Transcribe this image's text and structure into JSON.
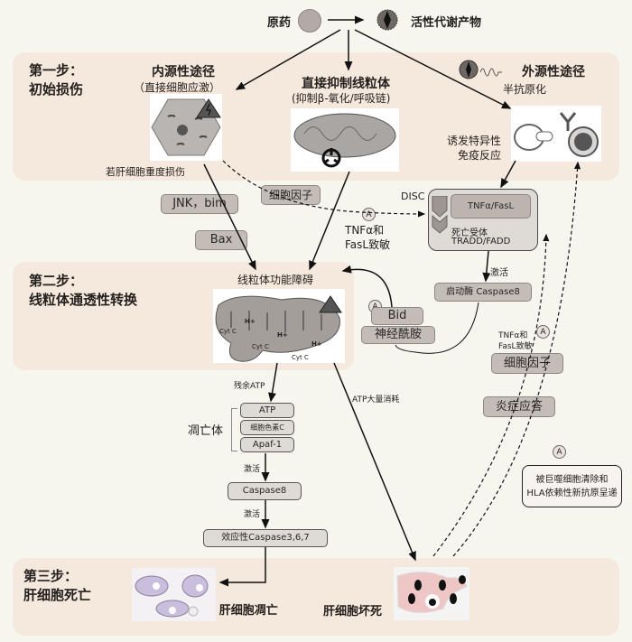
{
  "header": {
    "parent_drug": "原药",
    "active_metabolite": "活性代谢产物"
  },
  "step1": {
    "label": "第一步：",
    "title": "初始损伤",
    "intrinsic": {
      "title": "内源性途径",
      "subtitle": "（直接细胞应激）",
      "note": "若肝细胞重度损伤"
    },
    "mito_direct": {
      "title": "直接抑制线粒体",
      "subtitle": "(抑制β-氧化/呼吸链)"
    },
    "extrinsic": {
      "title": "外源性途径",
      "hapten": "半抗原化",
      "immune_line1": "诱发特异性",
      "immune_line2": "免疫反应"
    }
  },
  "middle": {
    "jnk": "JNK，bim",
    "bax": "Bax",
    "cytokine_top": "细胞因子",
    "sensitize_line1": "TNFα和",
    "sensitize_line2": "FasL致敏",
    "disc": {
      "label": "DISC",
      "ligand": "TNFα/FasL",
      "receptor_line1": "死亡受体",
      "receptor_line2": "TRADD/FADD"
    },
    "activate": "激活",
    "caspase8_initiator": "启动酶 Caspase8",
    "badge": "A"
  },
  "step2": {
    "label": "第二步：",
    "title": "线粒体通透性转换",
    "mito_dysfunction": "线粒体功能障碍",
    "cyt_c": "Cyt C",
    "h_plus": "H+",
    "bid": "Bid",
    "ceramide": "神经酰胺"
  },
  "right_side": {
    "sensitize_line1": "TNFα和",
    "sensitize_line2": "FasL致敏",
    "cytokine": "细胞因子",
    "inflammation": "炎症应答",
    "clearance_line1": "被巨噬细胞清除和",
    "clearance_line2": "HLA依赖性新抗原呈递"
  },
  "apoptosome": {
    "residual_atp": "残余ATP",
    "label": "凋亡体",
    "items": [
      "ATP",
      "细胞色素C",
      "Apaf-1"
    ],
    "activate1": "激活",
    "caspase8": "Caspase8",
    "activate2": "激活",
    "effector": "效应性Caspase3,6,7",
    "atp_depletion": "ATP大量消耗"
  },
  "step3": {
    "label": "第三步：",
    "title": "肝细胞死亡",
    "apoptosis": "肝细胞凋亡",
    "necrosis": "肝细胞坏死"
  }
}
